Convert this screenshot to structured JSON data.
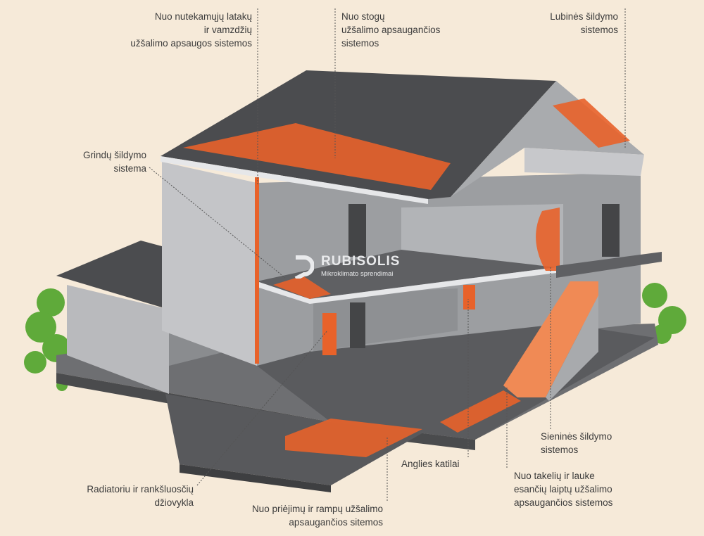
{
  "logo": {
    "name": "RUBISOLIS",
    "tagline": "Mikroklimato sprendimai"
  },
  "labels": {
    "gutters": [
      "Nuo nutekamųjų latakų",
      "ir vamzdžių",
      "užšalimo apsaugos sistemos"
    ],
    "roof": [
      "Nuo stogų",
      "užšalimo apsaugančios",
      "sistemos"
    ],
    "ceiling": [
      "Lubinės šildymo",
      "sistemos"
    ],
    "floor": [
      "Grindų šildymo",
      "sistema"
    ],
    "radiator": [
      "Radiatoriu ir rankšluosčių",
      "džiovykla"
    ],
    "ramps": [
      "Nuo priėjimų ir rampų užšalimo",
      "apsaugančios sitemos"
    ],
    "boiler": [
      "Anglies katilai"
    ],
    "wall": [
      "Sieninės šildymo",
      "sistemos"
    ],
    "paths": [
      "Nuo takelių ir lauke",
      "esančių laiptų užšalimo",
      "apsaugančios sistemos"
    ]
  },
  "colors": {
    "background": "#f6ead9",
    "heating": "#e8622a",
    "roof": "#4b4c4f",
    "wall": "#9c9ea1"
  }
}
